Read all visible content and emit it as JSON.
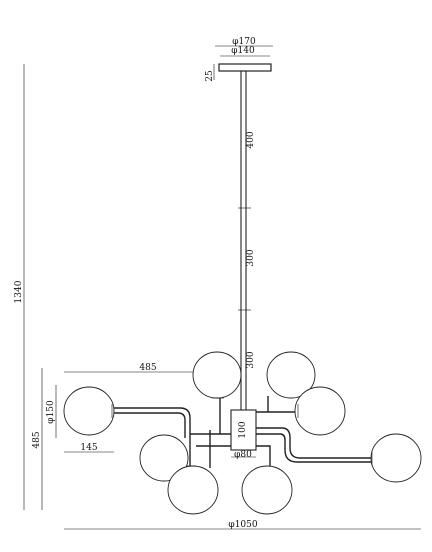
{
  "drawing": {
    "labels": {
      "canopy_outer": "φ170",
      "canopy_inner": "φ140",
      "canopy_height": "25",
      "rod_upper": "400",
      "rod_mid": "300",
      "rod_lower": "300",
      "total_height": "1340",
      "arm_reach": "485",
      "globe_dia": "φ150",
      "body_height": "485",
      "hub_height": "100",
      "hub_dia": "φ80",
      "arm_offset": "145",
      "overall_dia": "φ1050"
    }
  }
}
